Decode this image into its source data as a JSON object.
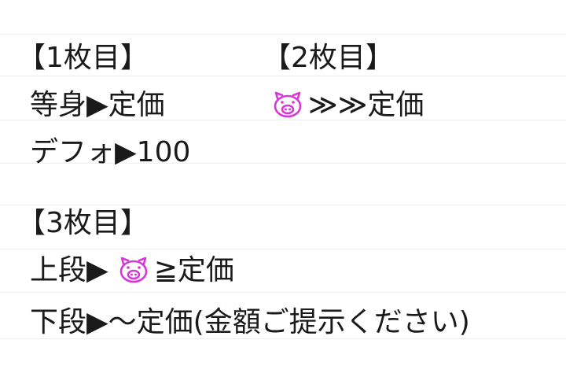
{
  "note": {
    "section1": {
      "header": "【1枚目】",
      "line1": "等身▶定価",
      "line2": "デフォ▶100"
    },
    "section2": {
      "header": "【2枚目】",
      "line1_suffix": "≫≫定価"
    },
    "section3": {
      "header": "【3枚目】",
      "line1_prefix": "上段▶",
      "line1_suffix": "≧定価",
      "line2": "下段▶〜定価(金額ご提示ください)"
    }
  },
  "icons": {
    "pig": "pig-face-icon"
  },
  "colors": {
    "pig_icon": "#d63ad6",
    "text": "#1a1a1a",
    "rule": "#eeeeee"
  }
}
